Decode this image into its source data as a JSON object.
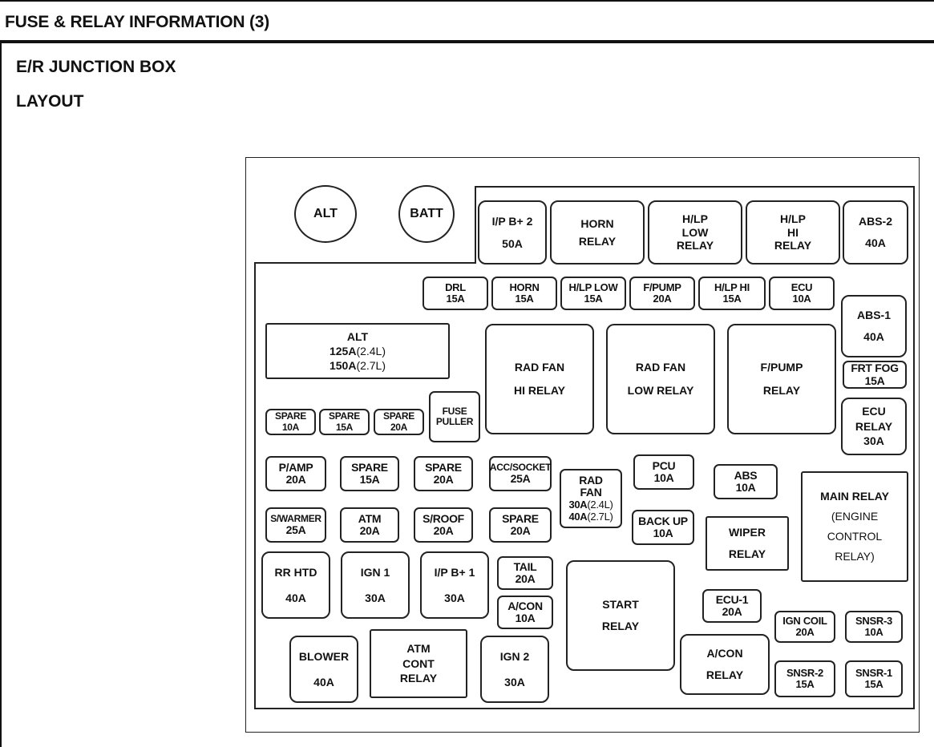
{
  "page": {
    "title": "FUSE & RELAY INFORMATION (3)",
    "section": "E/R JUNCTION BOX",
    "subsection": "LAYOUT"
  },
  "diagram": {
    "alt_terminal": "ALT",
    "batt_terminal": "BATT",
    "ip_b2": [
      "I/P B+ 2",
      "50A"
    ],
    "horn_relay": [
      "HORN",
      "RELAY"
    ],
    "hlp_low_relay": [
      "H/LP",
      "LOW",
      "RELAY"
    ],
    "hlp_hi_relay": [
      "H/LP",
      "HI",
      "RELAY"
    ],
    "abs2": [
      "ABS-2",
      "40A"
    ],
    "drl": [
      "DRL",
      "15A"
    ],
    "horn_fuse": [
      "HORN",
      "15A"
    ],
    "hlp_low_fuse": [
      "H/LP LOW",
      "15A"
    ],
    "fpump_fuse": [
      "F/PUMP",
      "20A"
    ],
    "hlp_hi_fuse": [
      "H/LP HI",
      "15A"
    ],
    "ecu_fuse": [
      "ECU",
      "10A"
    ],
    "abs1": [
      "ABS-1",
      "40A"
    ],
    "alt_fuse": {
      "name": "ALT",
      "r1a": "125A",
      "r1b": "(2.4L)",
      "r2a": "150A",
      "r2b": "(2.7L)"
    },
    "rad_fan_hi_relay": [
      "RAD FAN",
      "HI RELAY"
    ],
    "rad_fan_low_relay": [
      "RAD FAN",
      "LOW RELAY"
    ],
    "fpump_relay": [
      "F/PUMP",
      "RELAY"
    ],
    "frt_fog": [
      "FRT FOG",
      "15A"
    ],
    "ecu_relay": [
      "ECU",
      "RELAY",
      "30A"
    ],
    "spare_10": [
      "SPARE",
      "10A"
    ],
    "spare_15a": [
      "SPARE",
      "15A"
    ],
    "spare_20a": [
      "SPARE",
      "20A"
    ],
    "fuse_puller": [
      "FUSE",
      "PULLER"
    ],
    "p_amp": [
      "P/AMP",
      "20A"
    ],
    "spare_15b": [
      "SPARE",
      "15A"
    ],
    "spare_20b": [
      "SPARE",
      "20A"
    ],
    "acc_socket": [
      "ACC/SOCKET",
      "25A"
    ],
    "rad_fan_fuse": {
      "l1": "RAD",
      "l2": "FAN",
      "r1a": "30A",
      "r1b": "(2.4L)",
      "r2a": "40A",
      "r2b": "(2.7L)"
    },
    "pcu": [
      "PCU",
      "10A"
    ],
    "abs_fuse": [
      "ABS",
      "10A"
    ],
    "main_relay": [
      "MAIN RELAY",
      "(ENGINE",
      "CONTROL",
      "RELAY)"
    ],
    "s_warmer": [
      "S/WARMER",
      "25A"
    ],
    "atm": [
      "ATM",
      "20A"
    ],
    "s_roof": [
      "S/ROOF",
      "20A"
    ],
    "spare_20c": [
      "SPARE",
      "20A"
    ],
    "back_up": [
      "BACK UP",
      "10A"
    ],
    "wiper_relay": [
      "WIPER",
      "RELAY"
    ],
    "rr_htd": [
      "RR HTD",
      "40A"
    ],
    "ign1": [
      "IGN 1",
      "30A"
    ],
    "ip_b1": [
      "I/P B+ 1",
      "30A"
    ],
    "tail": [
      "TAIL",
      "20A"
    ],
    "start_relay": [
      "START",
      "RELAY"
    ],
    "a_con_fuse": [
      "A/CON",
      "10A"
    ],
    "ecu1": [
      "ECU-1",
      "20A"
    ],
    "ign_coil": [
      "IGN COIL",
      "20A"
    ],
    "snsr3": [
      "SNSR-3",
      "10A"
    ],
    "blower": [
      "BLOWER",
      "40A"
    ],
    "atm_cont_relay": [
      "ATM",
      "CONT",
      "RELAY"
    ],
    "ign2": [
      "IGN 2",
      "30A"
    ],
    "a_con_relay": [
      "A/CON",
      "RELAY"
    ],
    "snsr2": [
      "SNSR-2",
      "15A"
    ],
    "snsr1": [
      "SNSR-1",
      "15A"
    ]
  }
}
